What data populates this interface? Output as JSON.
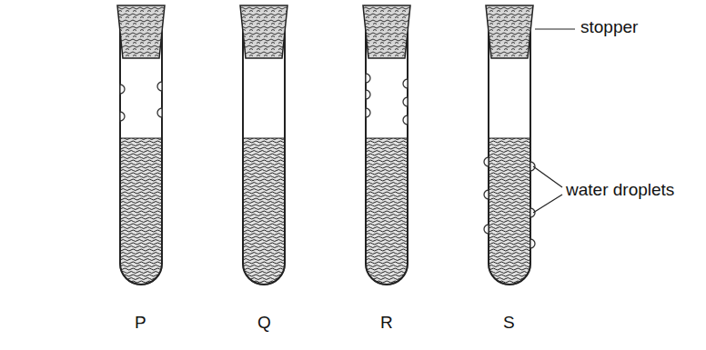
{
  "diagram": {
    "labels": [
      "stopper",
      "water droplets",
      "P",
      "Q",
      "R",
      "S"
    ]
  }
}
